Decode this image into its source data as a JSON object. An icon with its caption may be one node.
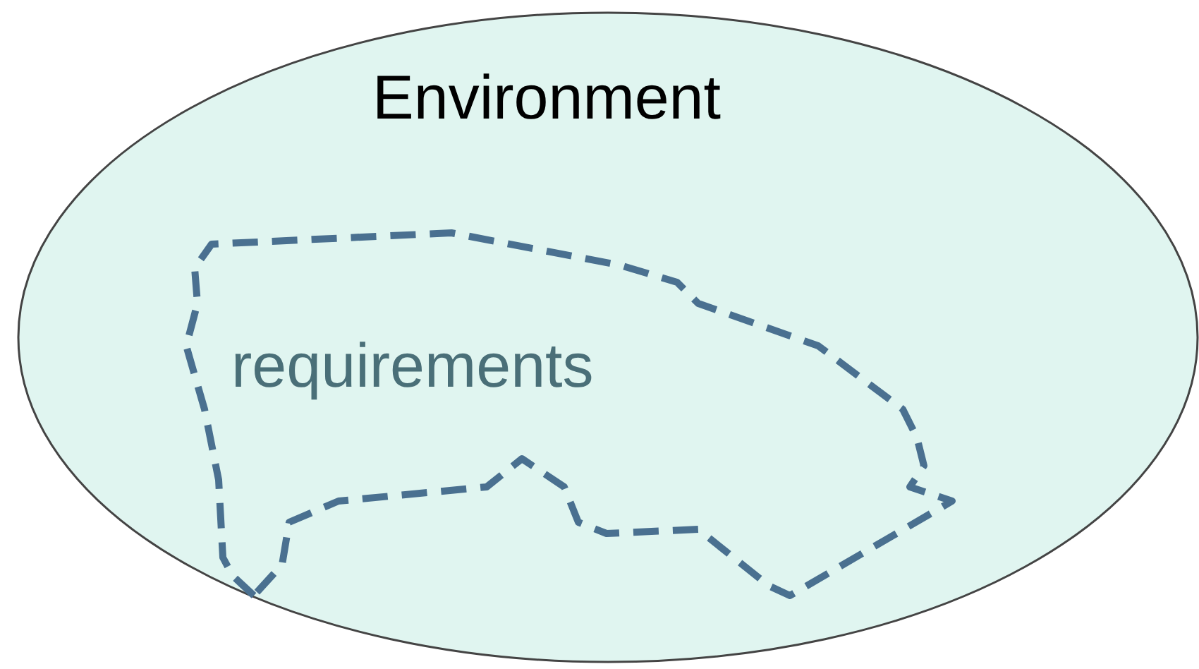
{
  "diagram": {
    "nodes": [
      {
        "text": [
          "Environment"
        ]
      },
      {
        "text": [
          "requirements"
        ],
        "in": 0
      }
    ],
    "edges": []
  }
}
